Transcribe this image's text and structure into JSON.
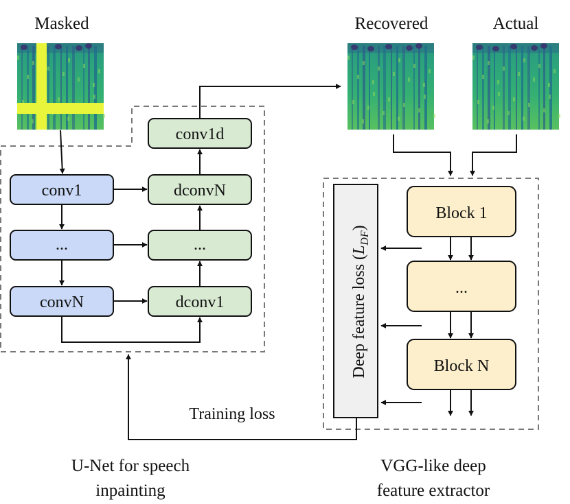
{
  "spectrograms": {
    "masked_label": "Masked",
    "recovered_label": "Recovered",
    "actual_label": "Actual"
  },
  "unet": {
    "encoder": [
      "conv1",
      "...",
      "convN"
    ],
    "decoder": [
      "dconvN",
      "...",
      "dconv1"
    ],
    "output_layer": "conv1d",
    "caption_line1": "U-Net for speech",
    "caption_line2": "inpainting"
  },
  "vgg": {
    "blocks": [
      "Block 1",
      "...",
      "Block N"
    ],
    "loss_prefix": "Deep feature loss (",
    "loss_symbol": "L",
    "loss_subscript": "DF",
    "loss_suffix": ")",
    "caption_line1": "VGG-like deep",
    "caption_line2": "feature extractor"
  },
  "training_loss_label": "Training loss",
  "colors": {
    "encoder_fill": "#c9d9f7",
    "decoder_fill": "#d9ead3",
    "block_fill": "#fdefcc",
    "loss_fill": "#f0f0f0",
    "mask_yellow": "#e8f53a",
    "dash": "#777777"
  }
}
